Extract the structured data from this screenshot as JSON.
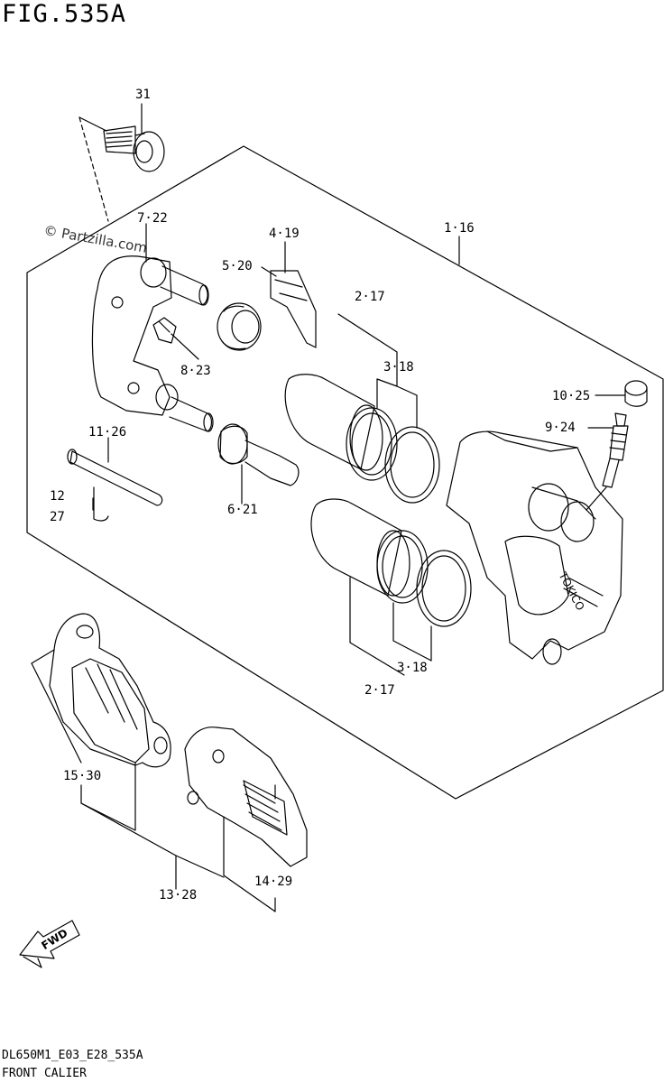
{
  "figure": {
    "title": "FIG.535A",
    "watermark": "© Partzilla.com"
  },
  "labels": {
    "p31": "31",
    "p7_22": "7·22",
    "p1_16": "1·16",
    "p4_19": "4·19",
    "p5_20": "5·20",
    "p2_17_top": "2·17",
    "p3_18_top": "3·18",
    "p8_23": "8·23",
    "p10_25": "10·25",
    "p9_24": "9·24",
    "p11_26": "11·26",
    "p12": "12",
    "p27": "27",
    "p6_21": "6·21",
    "p3_18_bottom": "3·18",
    "p2_17_bottom": "2·17",
    "p15_30": "15·30",
    "p13_28": "13·28",
    "p14_29": "14·29",
    "fwd": "FWD",
    "brand": "TOKICO"
  },
  "footer": {
    "code": "DL650M1_E03_E28_535A",
    "caption": "FRONT CALIER"
  }
}
